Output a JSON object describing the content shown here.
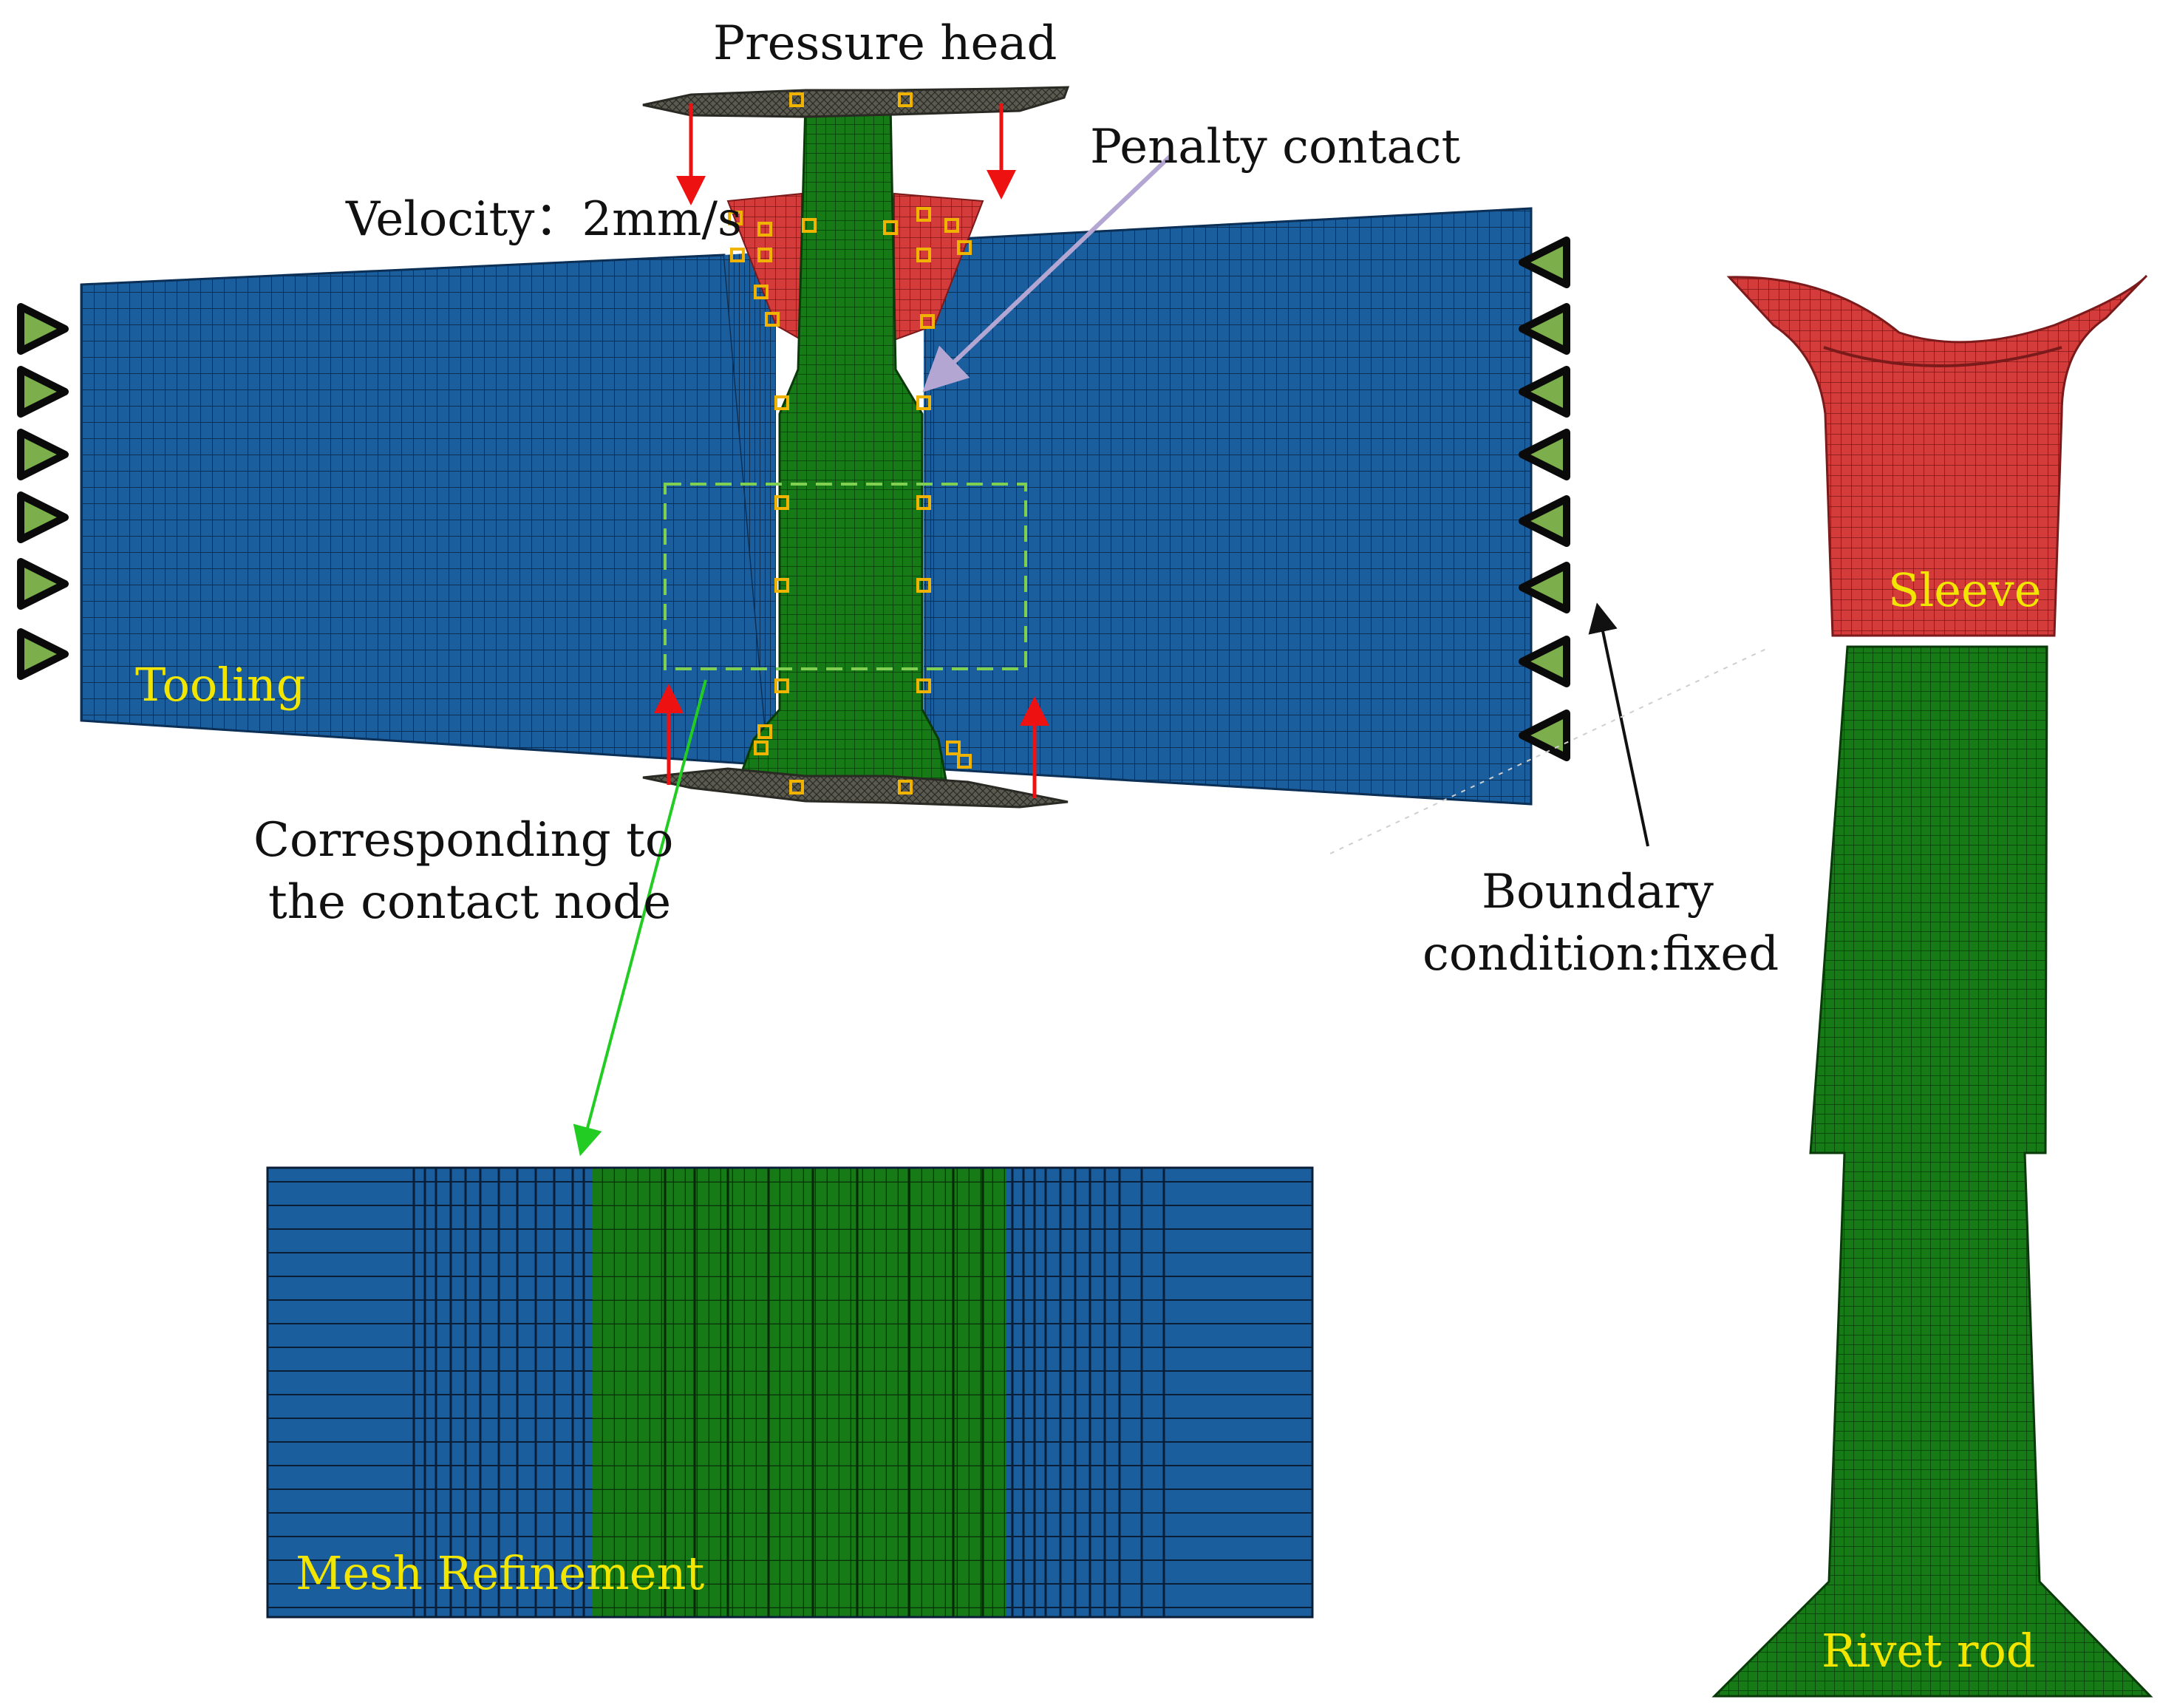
{
  "labels": {
    "pressure_head": "Pressure head",
    "penalty_contact": "Penalty contact",
    "velocity": "Velocity：2mm/s",
    "tooling": "Tooling",
    "corresponding_line1": "Corresponding to",
    "corresponding_line2": "the contact node",
    "boundary_line1": "Boundary",
    "boundary_line2": "condition:fixed",
    "mesh_refinement": "Mesh Refinement",
    "sleeve": "Sleeve",
    "rivet_rod": "Rivet rod"
  },
  "colors": {
    "tooling_blue": "#1b5e9e",
    "rivet_green": "#167a16",
    "sleeve_red": "#d43c3c",
    "pressure_head_gray": "#5a5a50",
    "velocity_arrow_red": "#ee1111",
    "contact_node_orange": "#f0b400",
    "bc_triangle_fill": "#7cae4c",
    "penalty_arrow": "#b4a6d2",
    "refine_box_dash": "#7fcf50",
    "leader_green": "#22cc22",
    "label_yellow": "#f2e600",
    "label_dark": "#111111"
  },
  "icons": {
    "boundary_marker": "triangle-marker-icon",
    "velocity_arrow": "red-arrow-icon",
    "contact_node": "square-node-icon"
  }
}
